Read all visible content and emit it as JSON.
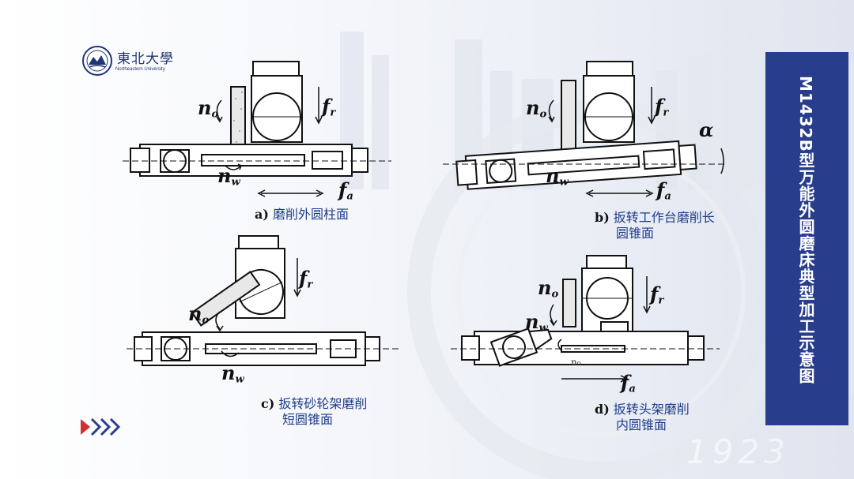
{
  "logo": {
    "cn": "東北大學",
    "en": "Northeastern University"
  },
  "title": "M1432B型万能外圆磨床典型加工示意图",
  "watermark_year": "1923",
  "captions": {
    "a": {
      "letter": "a)",
      "text": "磨削外圆柱面"
    },
    "b": {
      "letter": "b)",
      "text1": "扳转工作台磨削长",
      "text2": "圆锥面"
    },
    "c": {
      "letter": "c)",
      "text1": "扳转砂轮架磨削",
      "text2": "短圆锥面"
    },
    "d": {
      "letter": "d)",
      "text1": "扳转头架磨削",
      "text2": "内圆锥面"
    }
  },
  "symbols": {
    "n": "n",
    "o": "o",
    "w": "w",
    "f": "f",
    "r": "r",
    "a": "a",
    "alpha": "α",
    "no_small": "n₀"
  },
  "colors": {
    "title_bg": "#283d8c",
    "caption": "#1f3d8a",
    "arrow": "#1f3d8a"
  },
  "icons": {
    "next": "chevron-arrows-icon"
  }
}
